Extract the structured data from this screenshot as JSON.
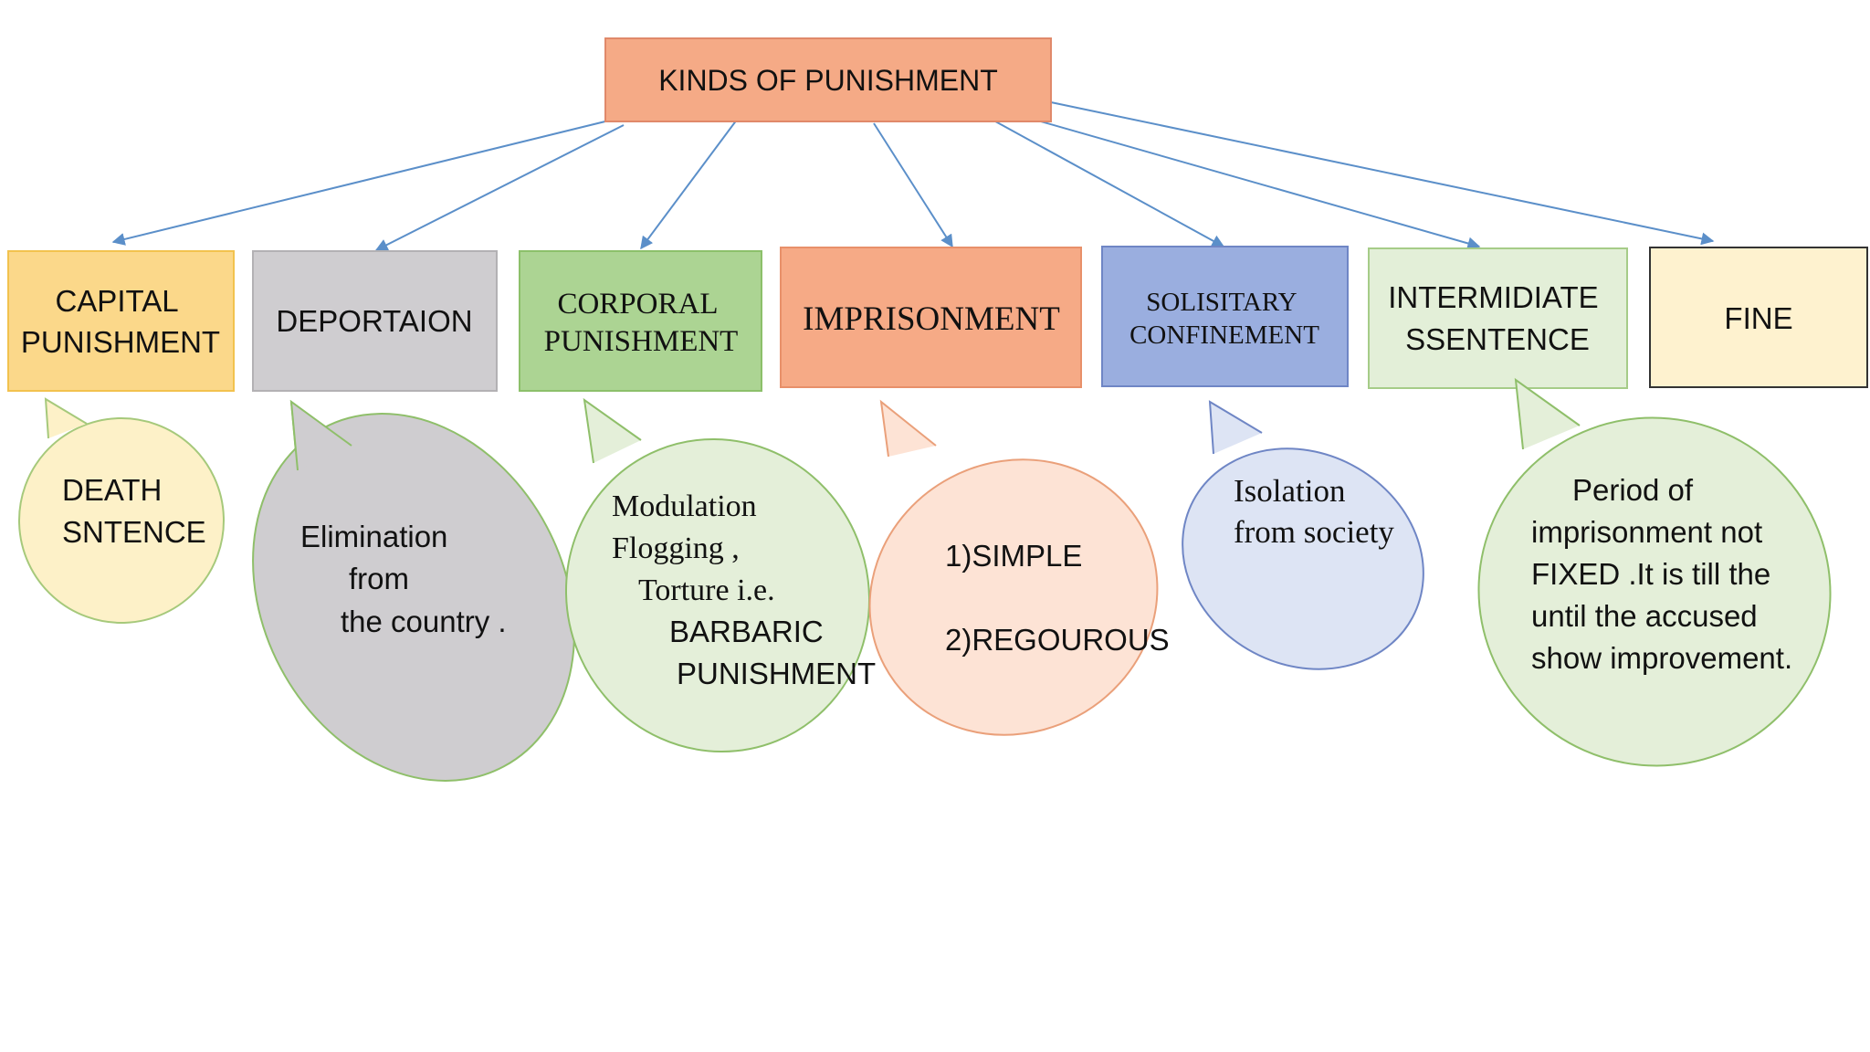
{
  "title": "KINDS OF PUNISHMENT",
  "colors": {
    "arrow": "#5b8fc9",
    "root_fill": "#f5aa86",
    "root_stroke": "#e0896a"
  },
  "categories": [
    {
      "id": "capital",
      "label_lines": [
        "CAPITAL",
        "PUNISHMENT"
      ],
      "fill": "#fbd88a",
      "stroke": "#f2c24e",
      "bubble_lines": [
        "DEATH",
        "SNTENCE"
      ],
      "bubble_fill": "#fdf1c8",
      "bubble_stroke": "#a6c97b"
    },
    {
      "id": "deportation",
      "label_lines": [
        "DEPORTAION"
      ],
      "fill": "#cfcdd0",
      "stroke": "#b3b1b4",
      "bubble_lines": [
        "Elimination",
        "from",
        "the country ."
      ],
      "bubble_fill": "#cfcdd0",
      "bubble_stroke": "#8fbf6a"
    },
    {
      "id": "corporal",
      "label_lines": [
        "CORPORAL",
        "PUNISHMENT"
      ],
      "fill": "#acd493",
      "stroke": "#8cc06a",
      "bubble_lines": [
        "Modulation",
        "Flogging ,",
        "Torture i.e.",
        "BARBARIC",
        "PUNISHMENT"
      ],
      "bubble_fill": "#e4efd9",
      "bubble_stroke": "#8fbf6a"
    },
    {
      "id": "imprisonment",
      "label_lines": [
        "IMPRISONMENT"
      ],
      "fill": "#f6aa86",
      "stroke": "#e8906a",
      "bubble_lines": [
        "1)SIMPLE",
        "2)REGOUROUS"
      ],
      "bubble_fill": "#fde3d5",
      "bubble_stroke": "#eaa07a"
    },
    {
      "id": "solitary",
      "label_lines": [
        "SOLISITARY",
        "CONFINEMENT"
      ],
      "fill": "#9aaedf",
      "stroke": "#6f86c5",
      "bubble_lines": [
        "Isolation",
        "from society"
      ],
      "bubble_fill": "#dde4f4",
      "bubble_stroke": "#6f86c5"
    },
    {
      "id": "intermediate",
      "label_lines": [
        "INTERMIDIATE",
        "SSENTENCE"
      ],
      "fill": "#e3efd8",
      "stroke": "#a6cc88",
      "bubble_lines": [
        "Period of",
        "imprisonment not",
        "FIXED  .It is till the",
        "until the accused",
        "show improvement."
      ],
      "bubble_fill": "#e4efd9",
      "bubble_stroke": "#8fbf6a"
    },
    {
      "id": "fine",
      "label_lines": [
        "FINE"
      ],
      "fill": "#fef2cf",
      "stroke": "#333333",
      "bubble_lines": [],
      "bubble_fill": "",
      "bubble_stroke": ""
    }
  ]
}
